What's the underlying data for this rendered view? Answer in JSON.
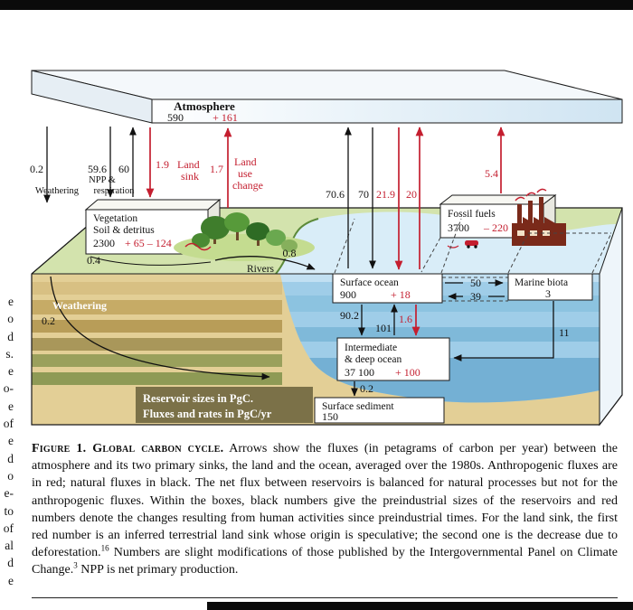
{
  "page": {
    "left_column_fragments": [
      "e",
      "o",
      "d",
      "s.",
      "e",
      "o-",
      "e",
      "of",
      "e",
      "d",
      "o",
      "e-",
      "to",
      "of",
      "al",
      "d",
      "e"
    ]
  },
  "diagram": {
    "colors": {
      "anthropogenic_red": "#c41e2f",
      "natural_black": "#111111"
    },
    "atmosphere": {
      "title": "Atmosphere",
      "stock": "590",
      "delta": "+ 161"
    },
    "labels": {
      "npp": "NPP &",
      "respiration": "respiration",
      "weathering_top": "Weathering",
      "weathering_soil": "Weathering",
      "rivers": "Rivers",
      "land_sink_1": "Land",
      "land_sink_2": "sink",
      "land_use_1": "Land",
      "land_use_2": "use",
      "land_use_3": "change"
    },
    "fluxes": {
      "weathering_air": "0.2",
      "npp_down": "59.6",
      "respiration_up": "60",
      "land_sink": "1.9",
      "land_use": "1.7",
      "ocean_up": "70.6",
      "ocean_down": "70",
      "anthro_ocean_down": "21.9",
      "anthro_ocean_up": "20",
      "fossil_emission": "5.4",
      "soil_to_rivers": "0.4",
      "rivers_flux": "0.8",
      "weathering_soil_flux": "0.2",
      "surface_to_deep": "90.2",
      "deep_to_surface": "101",
      "anthro_to_deep": "1.6",
      "ocean_to_biota": "50",
      "biota_to_ocean": "39",
      "biota_to_deep": "11",
      "deep_to_sediment": "0.2"
    },
    "boxes": {
      "vegetation": {
        "line1": "Vegetation",
        "line2": "Soil & detritus",
        "stock": "2300",
        "delta": "+ 65 – 124"
      },
      "fossil": {
        "label": "Fossil fuels",
        "stock": "3700",
        "delta": "– 220"
      },
      "surface_ocean": {
        "label": "Surface ocean",
        "stock": "900",
        "delta": "+ 18"
      },
      "marine_biota": {
        "label": "Marine biota",
        "stock": "3"
      },
      "deep_ocean": {
        "line1": "Intermediate",
        "line2": "& deep ocean",
        "stock": "37 100",
        "delta": "+ 100"
      },
      "sediment": {
        "label": "Surface sediment",
        "stock": "150"
      }
    },
    "legend": {
      "line1": "Reservoir sizes in PgC.",
      "line2": "Fluxes and rates in PgC/yr"
    }
  },
  "caption": {
    "lead": "Figure 1. Global carbon cycle.",
    "body1": " Arrows show the fluxes (in petagrams of carbon per year) between the atmosphere and its two primary sinks, the land and the ocean, averaged over the 1980s. Anthropogenic fluxes are in red; natural fluxes in black. The net flux between reservoirs is balanced for natural processes but not for the anthropogenic fluxes. Within the boxes, black numbers give the preindustrial sizes of the reservoirs and red numbers denote the changes resulting from human activities since preindustrial times. For the land sink, the first red number is an inferred terrestrial land sink whose origin is speculative; the second one is the decrease due to deforestation.",
    "sup1": "16",
    "body2": " Numbers are slight modifications of those published by the Intergovernmental Panel on Climate Change.",
    "sup2": "3",
    "body3": " NPP is net primary production."
  }
}
